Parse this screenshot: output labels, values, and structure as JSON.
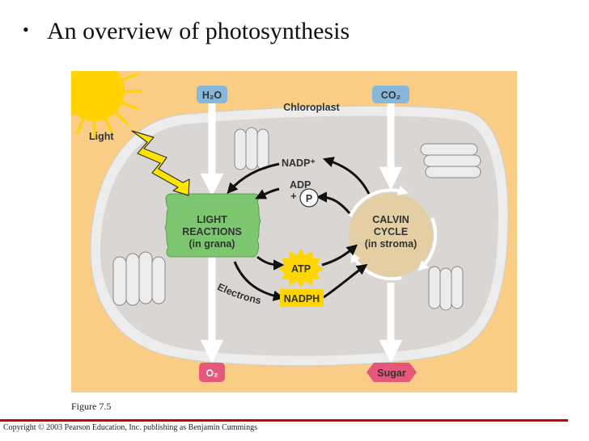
{
  "slide": {
    "bullet": "•",
    "title": "An overview of photosynthesis",
    "figure_caption": "Figure 7.5",
    "copyright": "Copyright © 2003 Pearson Education, Inc. publishing as Benjamin Cummings"
  },
  "diagram": {
    "chloroplast_label": "Chloroplast",
    "light_label": "Light",
    "inputs": {
      "water": "H₂O",
      "carbon_dioxide": "CO₂"
    },
    "outputs": {
      "oxygen": "O₂",
      "sugar": "Sugar"
    },
    "light_reactions": [
      "LIGHT",
      "REACTIONS",
      "(in grana)"
    ],
    "calvin_cycle": [
      "CALVIN",
      "CYCLE",
      "(in stroma)"
    ],
    "molecules": {
      "nadp": "NADP⁺",
      "adp": "ADP",
      "plus": "+",
      "phosphate": "P",
      "atp": "ATP",
      "nadph": "NADPH"
    },
    "electrons_label": "Electrons",
    "colors": {
      "background": "#f9cd86",
      "stroma": "#d9d6d3",
      "membrane": "#ececec",
      "grana": "#7dc670",
      "calvin": "#e3cfa3",
      "inputs": "#88b7dc",
      "outputs": "#e5587c",
      "atp_star": "#ffd500",
      "sun": "#ffd200"
    }
  }
}
